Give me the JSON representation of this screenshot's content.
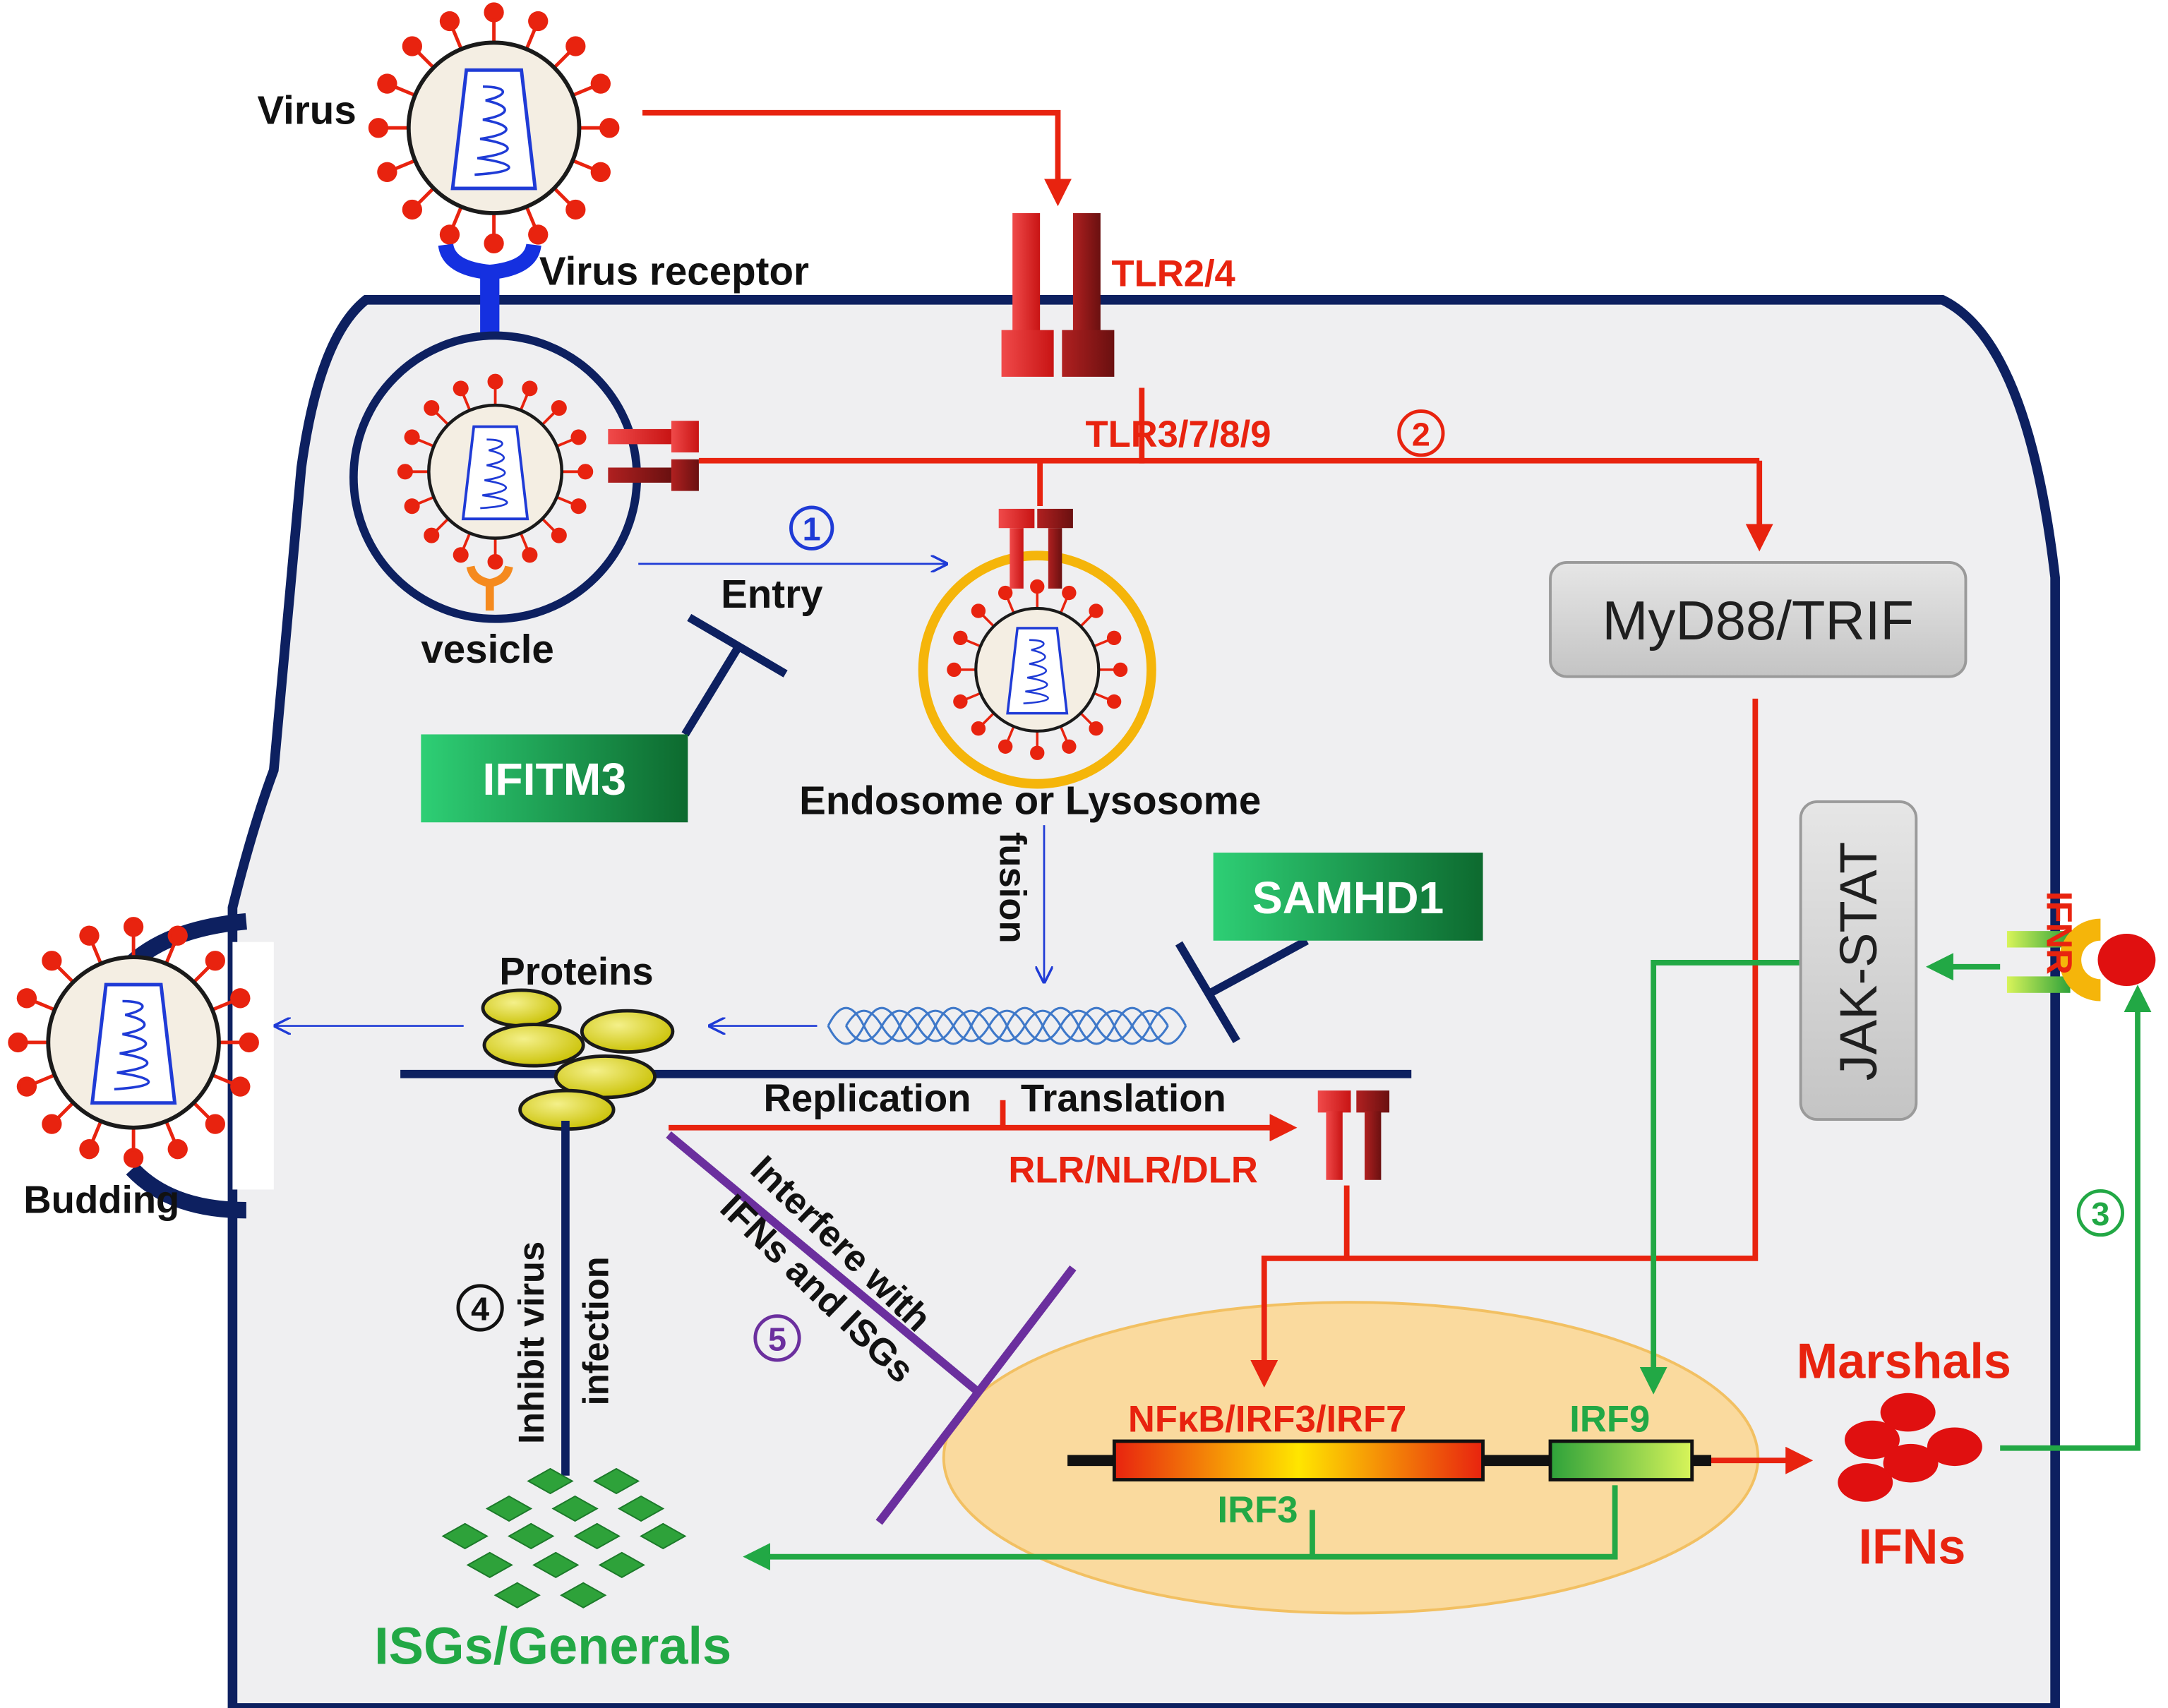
{
  "labels": {
    "virus": "Virus",
    "virus_receptor": "Virus receptor",
    "vesicle": "vesicle",
    "entry": "Entry",
    "endosome": "Endosome or Lysosome",
    "fusion": "fusion",
    "proteins": "Proteins",
    "budding": "Budding",
    "replication": "Replication",
    "translation": "Translation",
    "inhibit": "Inhibit virus",
    "infection": "infection",
    "interfere": "Interfere with",
    "ifns_isgs": "IFNs and ISGs",
    "isgs": "ISGs/Generals",
    "marshals": "Marshals",
    "ifns": "IFNs"
  },
  "receptors": {
    "tlr24": "TLR2/4",
    "tlr3789": "TLR3/7/8/9",
    "rlr": "RLR/NLR/DLR",
    "ifnr": "IFNR"
  },
  "boxes": {
    "myd88": "MyD88/TRIF",
    "jakstat": "JAK-STAT",
    "ifitm3": "IFITM3",
    "samhd1": "SAMHD1"
  },
  "genes": {
    "nfkb": "NFκB/IRF3/IRF7",
    "irf9": "IRF9",
    "irf3": "IRF3"
  },
  "steps": {
    "s1": "1",
    "s2": "2",
    "s3": "3",
    "s4": "4",
    "s5": "5"
  },
  "colors": {
    "membrane": "#0d2060",
    "cytoplasm": "#efeff1",
    "tlr_red": "#e8230f",
    "signal_green": "#22a845",
    "entry_blue": "#1f3bd6",
    "interfere_purple": "#6b2f9e",
    "nucleus": "#fcd58a",
    "endosome_ring": "#f5b50a"
  },
  "icons": [
    "virus-particle-icon",
    "tlr-receptor-icon",
    "protein-blob-icon",
    "isg-diamond-icon",
    "ifn-droplet-icon",
    "rna-helix-icon"
  ]
}
